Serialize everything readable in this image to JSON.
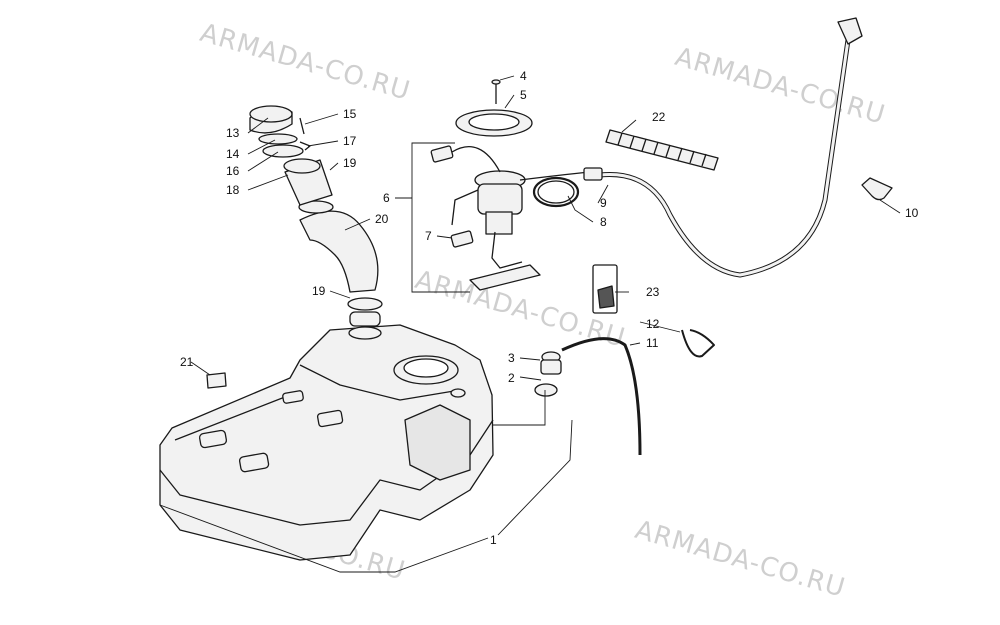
{
  "watermark": "ARMADA-CO.RU",
  "callouts": {
    "c1": "1",
    "c2": "2",
    "c3": "3",
    "c4": "4",
    "c5": "5",
    "c6": "6",
    "c7": "7",
    "c8": "8",
    "c9": "9",
    "c10": "10",
    "c11": "11",
    "c12": "12",
    "c13": "13",
    "c14": "14",
    "c15": "15",
    "c16": "16",
    "c17": "17",
    "c18": "18",
    "c19a": "19",
    "c19b": "19",
    "c20": "20",
    "c21": "21",
    "c22": "22",
    "c23": "23"
  },
  "colors": {
    "line": "#1a1a1a",
    "part_fill": "#f2f2f2",
    "watermark": "#cfcfcf"
  }
}
